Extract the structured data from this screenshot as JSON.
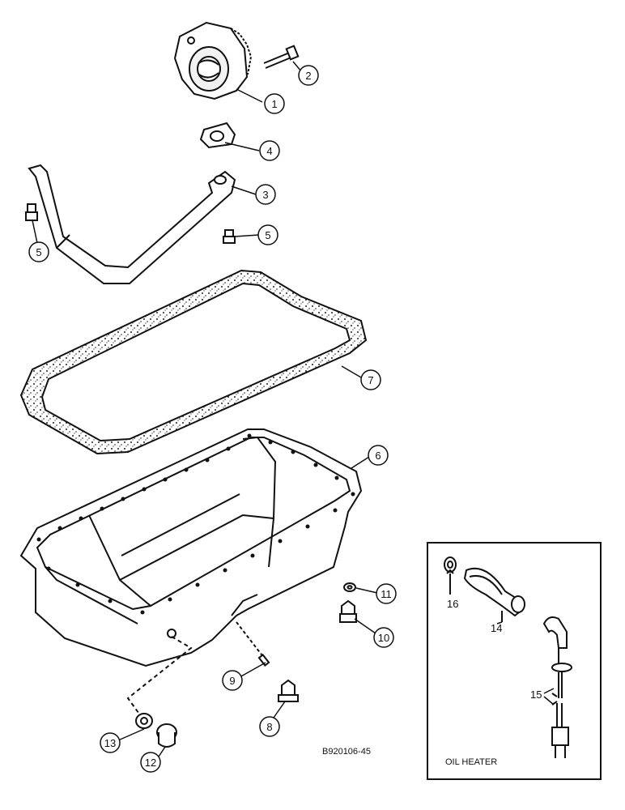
{
  "drawing_id": "B920106-45",
  "inset": {
    "title": "OIL HEATER"
  },
  "callouts": {
    "c1": "1",
    "c2": "2",
    "c3": "3",
    "c4": "4",
    "c5a": "5",
    "c5b": "5",
    "c6": "6",
    "c7": "7",
    "c8": "8",
    "c9": "9",
    "c10": "10",
    "c11": "11",
    "c12": "12",
    "c13": "13",
    "c14": "14",
    "c15": "15",
    "c16": "16"
  },
  "colors": {
    "line": "#111111",
    "fill": "#ffffff",
    "shade": "#d9d9d9"
  }
}
